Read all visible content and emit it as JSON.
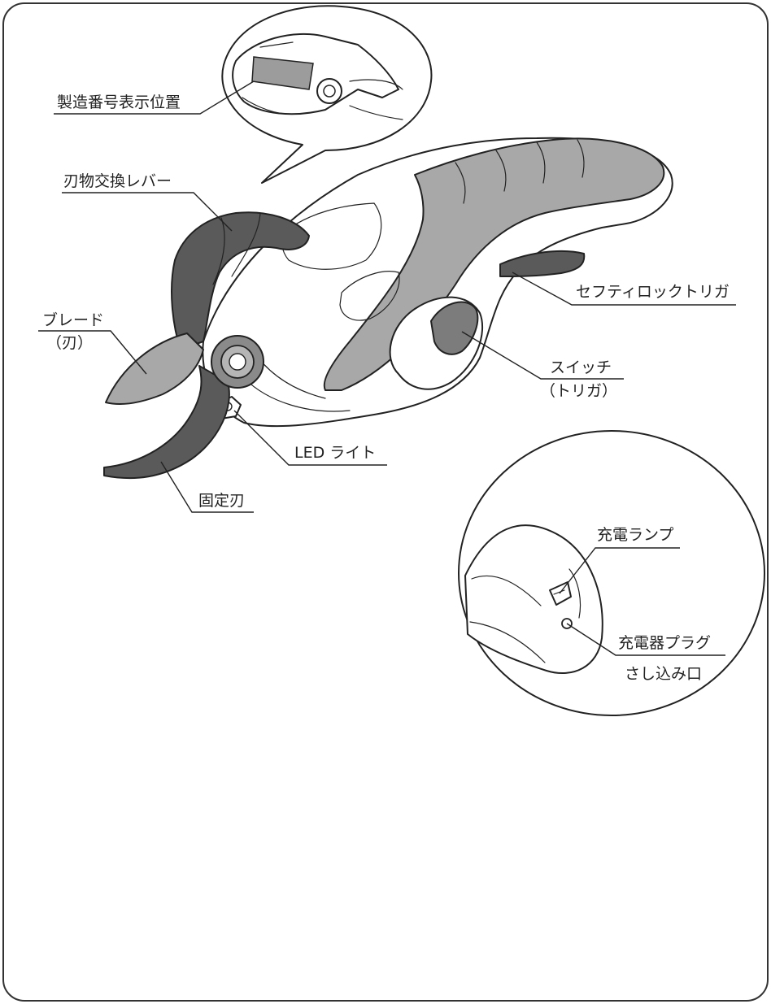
{
  "labels": {
    "serial_position": "製造番号表示位置",
    "blade_lever": "刃物交換レバー",
    "blade_line1": "ブレード",
    "blade_line2": "（刃）",
    "safety_lock_trigger": "セフティロックトリガ",
    "switch_line1": "スイッチ",
    "switch_line2": "（トリガ）",
    "led_light": "LED ライト",
    "fixed_blade": "固定刃",
    "charge_lamp": "充電ランプ",
    "charger_plug_line1": "充電器プラグ",
    "charger_plug_line2": "さし込み口"
  },
  "colors": {
    "line": "#222222",
    "handle_gray": "#a8a8a8",
    "blade_dark": "#5a5a5a",
    "trigger_gray": "#7c7c7c",
    "background": "#ffffff"
  }
}
